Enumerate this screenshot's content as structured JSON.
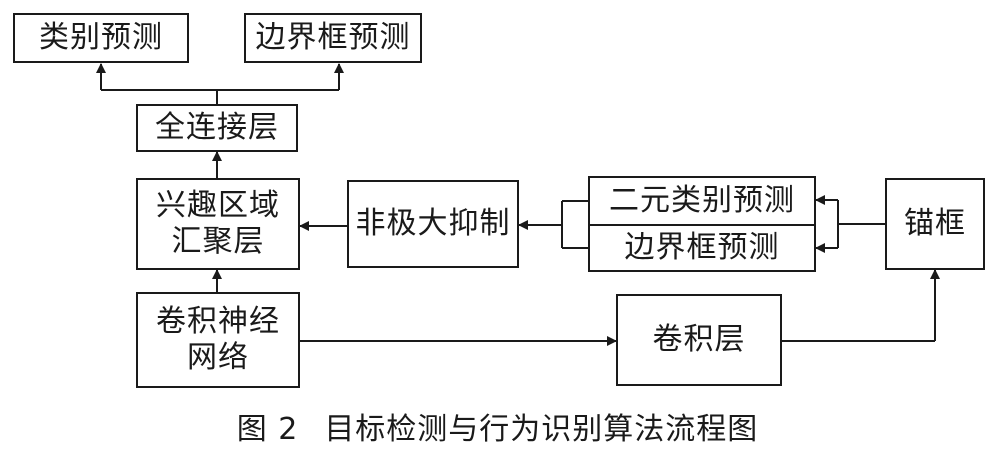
{
  "diagram": {
    "boxes": {
      "class_pred": "类别预测",
      "bbox_pred_top": "边界框预测",
      "fc_layer": "全连接层",
      "roi_pool": "兴趣区域\n汇聚层",
      "nms": "非极大抑制",
      "binary_class_pred": "二元类别预测",
      "bbox_pred_right": "边界框预测",
      "anchor": "锚框",
      "cnn": "卷积神经\n网络",
      "conv_layer": "卷积层"
    },
    "caption": {
      "number": "图 2",
      "text": "目标检测与行为识别算法流程图"
    }
  }
}
